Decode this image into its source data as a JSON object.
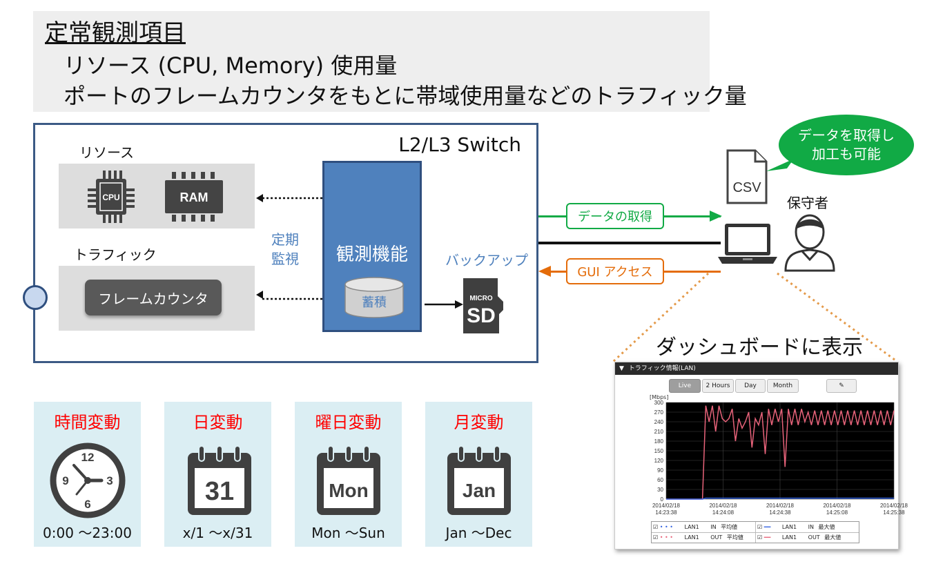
{
  "header": {
    "title": "定常観測項目",
    "line1": "リソース (CPU, Memory) 使用量",
    "line2": "ポートのフレームカウンタをもとに帯域使用量などのトラフィック量"
  },
  "switch": {
    "label": "L2/L3 Switch",
    "resource_label": "リソース",
    "cpu_chip": "CPU",
    "ram_chip": "RAM",
    "traffic_label": "トラフィック",
    "frame_counter": "フレームカウンタ",
    "periodic_line1": "定期",
    "periodic_line2": "監視",
    "function_label": "観測機能",
    "storage_label": "蓄積",
    "backup_label": "バックアップ",
    "sd_small": "MICRO",
    "sd_big": "SD"
  },
  "right": {
    "get_data": "データの取得",
    "gui_access": "GUI アクセス",
    "csv": "CSV",
    "bubble_line1": "データを取得し",
    "bubble_line2": "加工も可能",
    "operator": "保守者",
    "dashboard_title": "ダッシュボードに表示"
  },
  "dashboard": {
    "header": "トラフィック情報(LAN)",
    "buttons": [
      "Live",
      "2 Hours",
      "Day",
      "Month"
    ],
    "unit": "[Mbps]",
    "legend": [
      {
        "port": "LAN1",
        "dir": "IN",
        "stat": "平均値"
      },
      {
        "port": "LAN1",
        "dir": "IN",
        "stat": "最大値"
      },
      {
        "port": "LAN1",
        "dir": "OUT",
        "stat": "平均値"
      },
      {
        "port": "LAN1",
        "dir": "OUT",
        "stat": "最大値"
      }
    ]
  },
  "chart_data": {
    "type": "line",
    "ylabel": "[Mbps]",
    "ylim": [
      0,
      300
    ],
    "yticks": [
      0,
      30,
      60,
      90,
      120,
      150,
      180,
      210,
      240,
      270,
      300
    ],
    "xticks": [
      "2014/02/18 14:23:38",
      "2014/02/18 14:24:08",
      "2014/02/18 14:24:38",
      "2014/02/18 14:25:08",
      "2014/02/18 14:25:38"
    ],
    "series": [
      {
        "name": "LAN1 OUT 最大値",
        "color": "#e8637a",
        "values": [
          0,
          0,
          0,
          0,
          0,
          0,
          0,
          0,
          0,
          0,
          0,
          0,
          290,
          240,
          290,
          210,
          290,
          250,
          240,
          250,
          280,
          180,
          250,
          220,
          240,
          270,
          160,
          250,
          230,
          270,
          140,
          280,
          230,
          280,
          240,
          280,
          100,
          280,
          230,
          280,
          230,
          280,
          240,
          270,
          230,
          275,
          230,
          275,
          230,
          275,
          230,
          275,
          230,
          275,
          230,
          275,
          230,
          275,
          230,
          275,
          230,
          275,
          230,
          275,
          230,
          275,
          230,
          275,
          230,
          275
        ]
      },
      {
        "name": "LAN1 IN 平均値",
        "color": "#3060e0",
        "values": [
          0,
          0,
          0,
          0,
          0,
          0,
          0,
          0,
          0,
          0,
          0,
          0,
          3,
          3,
          3,
          3,
          3,
          3,
          3,
          3,
          3,
          3,
          3,
          3,
          3,
          3,
          3,
          3,
          3,
          3,
          3,
          3,
          3,
          3,
          3,
          3,
          3,
          3,
          3,
          3,
          3,
          3,
          3,
          3,
          3,
          3,
          3,
          3,
          3,
          3,
          3,
          3,
          3,
          3,
          3,
          3,
          3,
          3,
          3,
          3,
          3,
          3,
          3,
          3,
          3,
          3,
          3,
          3,
          3,
          3
        ]
      }
    ]
  },
  "cards": [
    {
      "title": "時間変動",
      "footer": "0:00 〜23:00"
    },
    {
      "title": "日変動",
      "icon_text": "31",
      "footer": "x/1 〜x/31"
    },
    {
      "title": "曜日変動",
      "icon_text": "Mon",
      "footer": "Mon 〜Sun"
    },
    {
      "title": "月変動",
      "icon_text": "Jan",
      "footer": "Jan 〜Dec"
    }
  ],
  "clock_numbers": [
    "12",
    "3",
    "6",
    "9"
  ],
  "colors": {
    "green": "#11aa45",
    "orange": "#e46c0a",
    "blue": "#4f81bd",
    "red": "#ff0000"
  }
}
